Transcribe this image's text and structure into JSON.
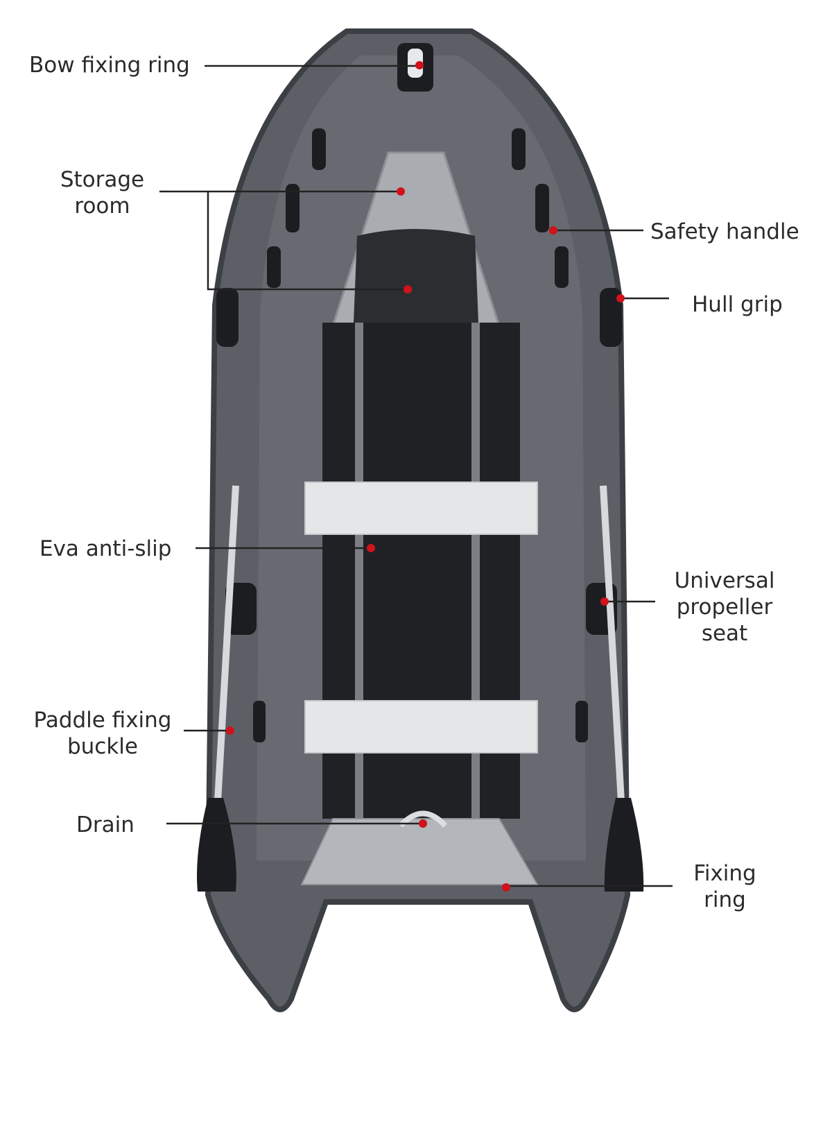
{
  "colors": {
    "hull": "#5c6066",
    "hull_edge": "#3c3f44",
    "floor": "#1f2124",
    "deck_grey": "#a9adb2",
    "seat": "#e4e6e8",
    "callout_line": "#222222",
    "callout_dot": "#d0121b",
    "label_text": "#2b2b2b"
  },
  "callouts": [
    {
      "id": "bow-fixing-ring",
      "label": "Bow fixing ring"
    },
    {
      "id": "storage-room",
      "label": "Storage\nroom"
    },
    {
      "id": "safety-handle",
      "label": "Safety handle"
    },
    {
      "id": "hull-grip",
      "label": "Hull grip"
    },
    {
      "id": "eva-anti-slip",
      "label": "Eva anti-slip"
    },
    {
      "id": "universal-propeller-seat",
      "label": "Universal\npropeller\nseat"
    },
    {
      "id": "paddle-fixing-buckle",
      "label": "Paddle fixing\nbuckle"
    },
    {
      "id": "drain",
      "label": "Drain"
    },
    {
      "id": "fixing-ring",
      "label": "Fixing\nring"
    }
  ]
}
